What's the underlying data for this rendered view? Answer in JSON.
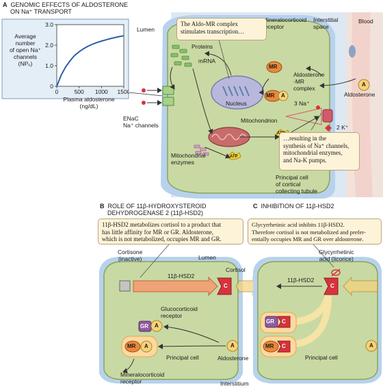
{
  "panelA": {
    "letter": "A",
    "heading": [
      "GENOMIC EFFECTS OF ALDOSTERONE",
      "ON Na⁺ TRANSPORT"
    ],
    "callout_top": [
      "The Aldo-MR complex",
      "stimulates transcription…"
    ],
    "callout_bottom": [
      "…resulting in the",
      "synthesis of Na⁺ channels,",
      "mitochondrial enzymes,",
      "and Na-K pumps."
    ],
    "labels": {
      "lumen": "Lumen",
      "mr_receptor": [
        "Mineralocorticoid",
        "receptor"
      ],
      "interstitial": [
        "Interstitial",
        "space"
      ],
      "blood": "Blood",
      "proteins": "Proteins",
      "mrna": "mRNA",
      "nucleus": "Nucleus",
      "aldo_mr": [
        "Aldosterone",
        "-MR",
        "complex"
      ],
      "aldosterone": "Aldosterone",
      "na3": "3 Na⁺",
      "k2": "2 K⁺",
      "mitochondrion": "Mitochondrion",
      "mito_enzymes": [
        "Mitochondrial",
        "enzymes"
      ],
      "enac": [
        "ENaC",
        "Na⁺ channels"
      ],
      "principal_cell": [
        "Principal cell",
        "of cortical",
        "collecting tubule"
      ],
      "mr": "MR",
      "a": "A",
      "atp": "ATP"
    },
    "chart_texts": {
      "ylabel": [
        "Average",
        "number",
        "of open Na⁺",
        "channels",
        "(NPₒ)"
      ],
      "xlabel": [
        "Plasma aldosterone",
        "(ng/dL)"
      ]
    }
  },
  "panelB": {
    "letter": "B",
    "heading": [
      "ROLE OF 11β-HYDROXYSTEROID",
      "DEHYDROGENASE 2 (11β-HSD2)"
    ],
    "callout": [
      "11β-HSD2 metabolizes cortisol to a product that",
      "has little affinity for MR or GR. Aldosterone,",
      "which is not metabolized, occupies MR and GR."
    ],
    "labels": {
      "cortisone": [
        "Cortisone",
        "(inactive)"
      ],
      "lumen": "Lumen",
      "cortisol": "Cortisol",
      "enzyme": "11β-HSD2",
      "gc_receptor": [
        "Glucocorticoid",
        "receptor"
      ],
      "principal_cell": "Principal cell",
      "aldosterone": "Aldosterone",
      "mc_receptor": [
        "Mineralocorticoid",
        "receptor"
      ],
      "interstitium": "Interstitium",
      "gr": "GR",
      "mr": "MR",
      "a": "A",
      "c": "C"
    }
  },
  "panelC": {
    "letter": "C",
    "heading": [
      "INHIBITION OF 11β-HSD2"
    ],
    "callout": [
      "Glycyrrhetinic acid inhibits 11β-HSD2.",
      "Therefore cortisol is not metabolized and prefer-",
      "entially occupies MR and GR over aldosterone."
    ],
    "labels": {
      "glycyrrhetinic": [
        "Glycyrrhetinic",
        "acid (licorice)"
      ],
      "enzyme": "11β-HSD2",
      "principal_cell": "Principal cell",
      "gr": "GR",
      "mr": "MR",
      "c": "C",
      "a": "A"
    }
  },
  "colors": {
    "cell": "#c9d9a3",
    "cell_border": "#8aa35a",
    "membrane": "#a9c8e8",
    "interstitial": "#dce8f3",
    "blood": "#f1e2dc",
    "mr": "#e9883b",
    "aldo": "#f6d27a",
    "cortisol": "#d8333c",
    "callout": "#fdf3d9",
    "curve": "#2b5ea8"
  },
  "chart_data": {
    "type": "line",
    "x": [
      0,
      100,
      200,
      300,
      400,
      500,
      600,
      700,
      800,
      900,
      1000,
      1100,
      1200,
      1300,
      1400,
      1500
    ],
    "y": [
      0.0,
      0.55,
      0.95,
      1.25,
      1.5,
      1.68,
      1.83,
      1.95,
      2.05,
      2.13,
      2.2,
      2.26,
      2.32,
      2.37,
      2.42,
      2.46
    ],
    "xlabel": "Plasma aldosterone (ng/dL)",
    "ylabel": "Average number of open Na⁺ channels (NPₒ)",
    "xlim": [
      0,
      1500
    ],
    "ylim": [
      0,
      3.0
    ],
    "xticks": [
      0,
      500,
      1000,
      1500
    ],
    "yticks": [
      0,
      1.0,
      2.0,
      3.0
    ],
    "ytick_labels": [
      "0",
      "1.0",
      "2.0",
      "3.0"
    ],
    "grid": false
  }
}
